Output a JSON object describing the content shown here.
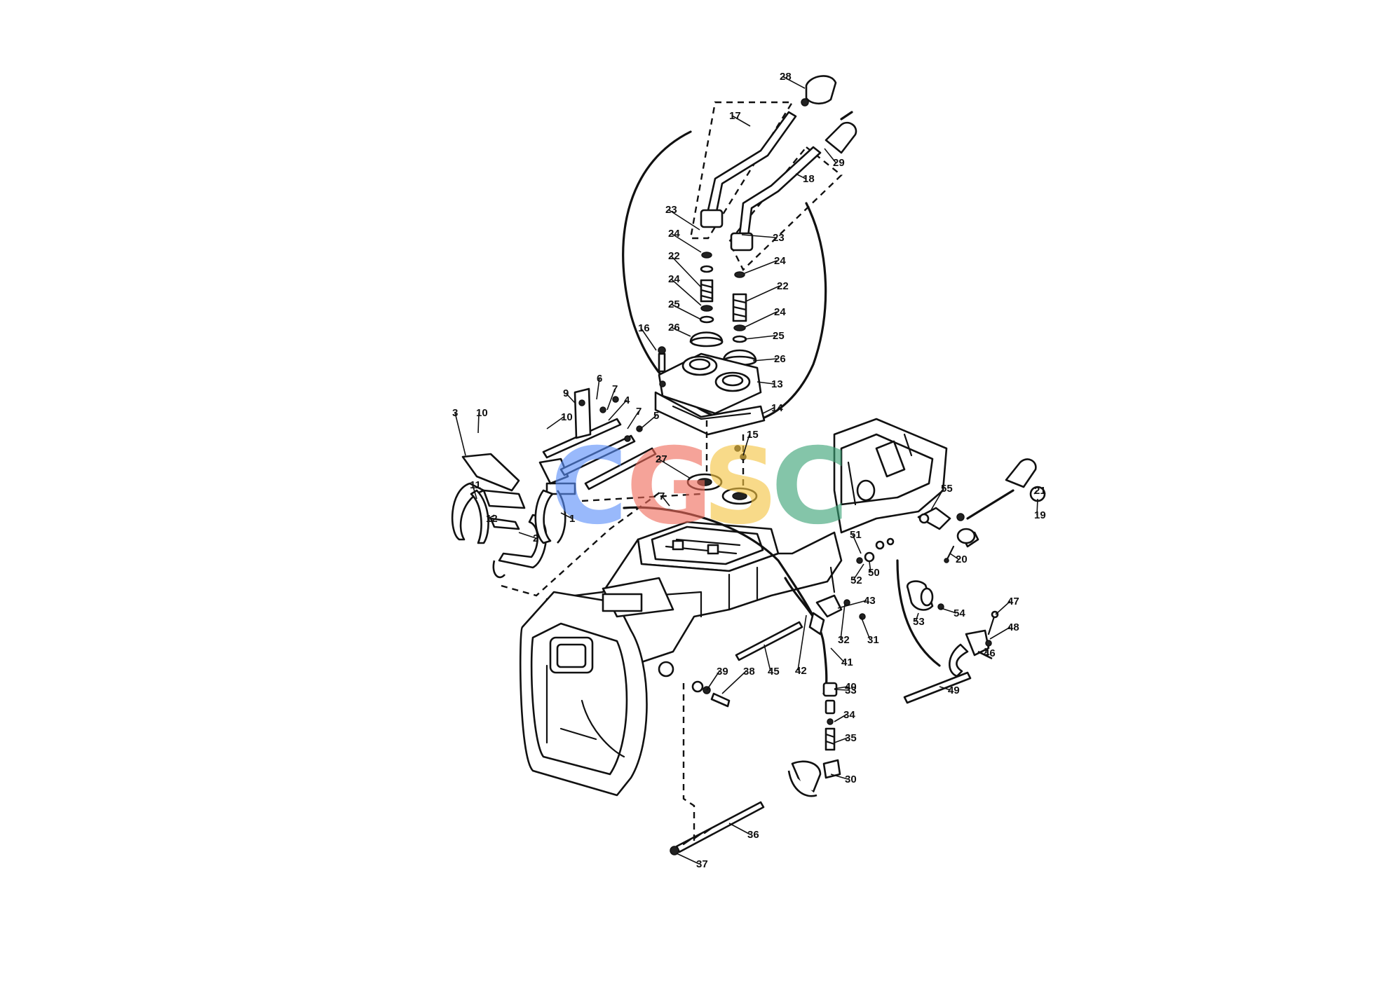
{
  "watermark": {
    "letters": [
      "C",
      "G",
      "S",
      "C"
    ],
    "colors": [
      "#5b8ff9",
      "#ef6b5b",
      "#f5c542",
      "#3aa276"
    ]
  },
  "part_labels": [
    "1",
    "2",
    "3",
    "4",
    "5",
    "6",
    "7",
    "7",
    "7",
    "9",
    "10",
    "10",
    "11",
    "12",
    "13",
    "14",
    "15",
    "16",
    "17",
    "18",
    "19",
    "20",
    "21",
    "22",
    "22",
    "23",
    "23",
    "24",
    "24",
    "24",
    "24",
    "25",
    "25",
    "26",
    "26",
    "27",
    "28",
    "29",
    "30",
    "31",
    "32",
    "33",
    "34",
    "35",
    "36",
    "37",
    "38",
    "39",
    "40",
    "41",
    "42",
    "43",
    "45",
    "46",
    "47",
    "48",
    "49",
    "50",
    "51",
    "52",
    "53",
    "54",
    "55"
  ]
}
